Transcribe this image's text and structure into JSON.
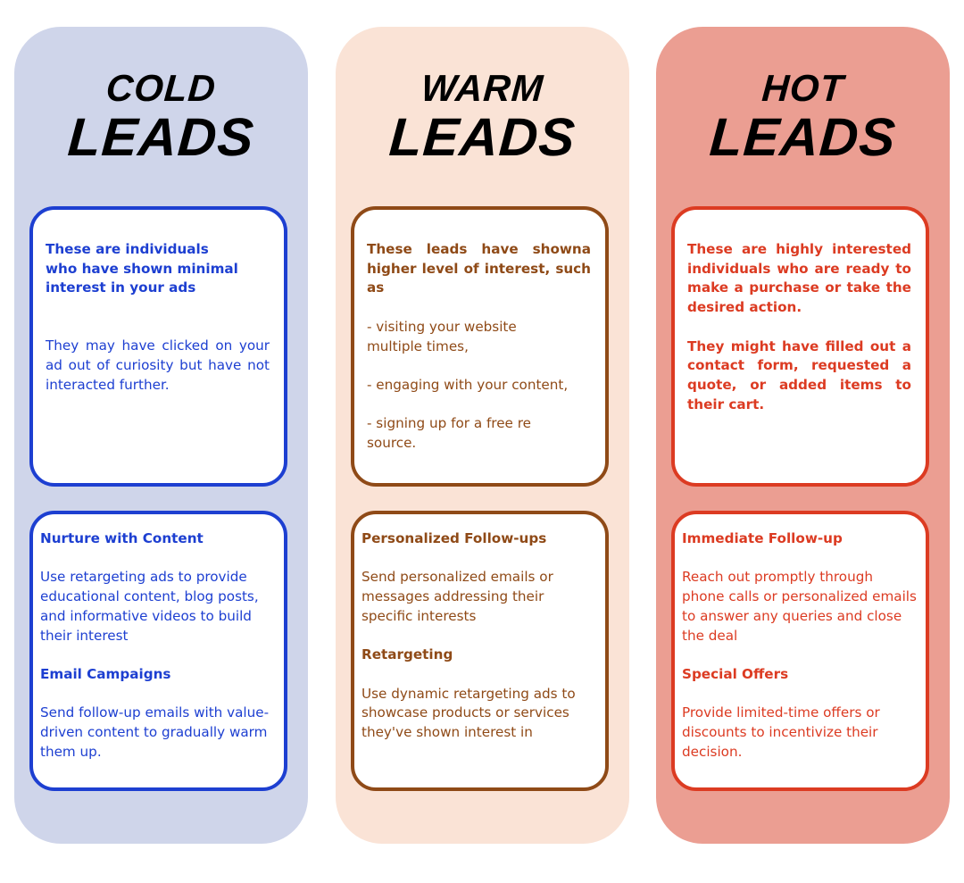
{
  "columns": [
    {
      "key": "cold",
      "title_line1": "COLD",
      "title_line2": "LEADS",
      "color": "#1d3fd1",
      "background": "#cfd5ea",
      "intro": [
        {
          "text": "These are individuals\nwho have shown minimal\ninterest in your ads",
          "bold": true,
          "justify": false
        },
        {
          "text": "They may have clicked on your ad out of curiosity but have not interacted further.",
          "bold": false,
          "justify": true
        }
      ],
      "strategies": [
        {
          "heading": "Nurture with Content",
          "body": "Use retargeting ads to provide educational content, blog posts, and informative videos to build their interest"
        },
        {
          "heading": "Email Campaigns",
          "body": "Send follow-up emails with value-driven content to gradually warm them up."
        }
      ]
    },
    {
      "key": "warm",
      "title_line1": "WARM",
      "title_line2": "LEADS",
      "color": "#8f4a17",
      "background": "#fae3d6",
      "intro": [
        {
          "text": "These leads have showna higher level of interest, such as",
          "bold": true,
          "justify": true
        },
        {
          "text": "- visiting your website\n   multiple times,",
          "bold": false,
          "justify": false
        },
        {
          "text": "- engaging with your content,",
          "bold": false,
          "justify": false
        },
        {
          "text": "- signing up for a free re\n  source.",
          "bold": false,
          "justify": false
        }
      ],
      "strategies": [
        {
          "heading": "Personalized Follow-ups",
          "body": "Send personalized emails or messages addressing their specific interests"
        },
        {
          "heading": "Retargeting",
          "body": "Use dynamic retargeting ads to showcase products or services they've shown interest in"
        }
      ]
    },
    {
      "key": "hot",
      "title_line1": "HOT",
      "title_line2": "LEADS",
      "color": "#dc3b22",
      "background": "#eb9e92",
      "intro": [
        {
          "text": "These are highly interested individuals who are ready to make a purchase or take the desired action.",
          "bold": true,
          "justify": true
        },
        {
          "text": "They might have filled out a contact form, requested a quote, or added items to their cart.",
          "bold": true,
          "justify": true
        }
      ],
      "strategies": [
        {
          "heading": "Immediate Follow-up",
          "body": "Reach out promptly through phone calls or personalized emails to answer any queries and close the deal"
        },
        {
          "heading": "Special Offers",
          "body": "Provide limited-time offers or discounts to incentivize their decision."
        }
      ]
    }
  ]
}
